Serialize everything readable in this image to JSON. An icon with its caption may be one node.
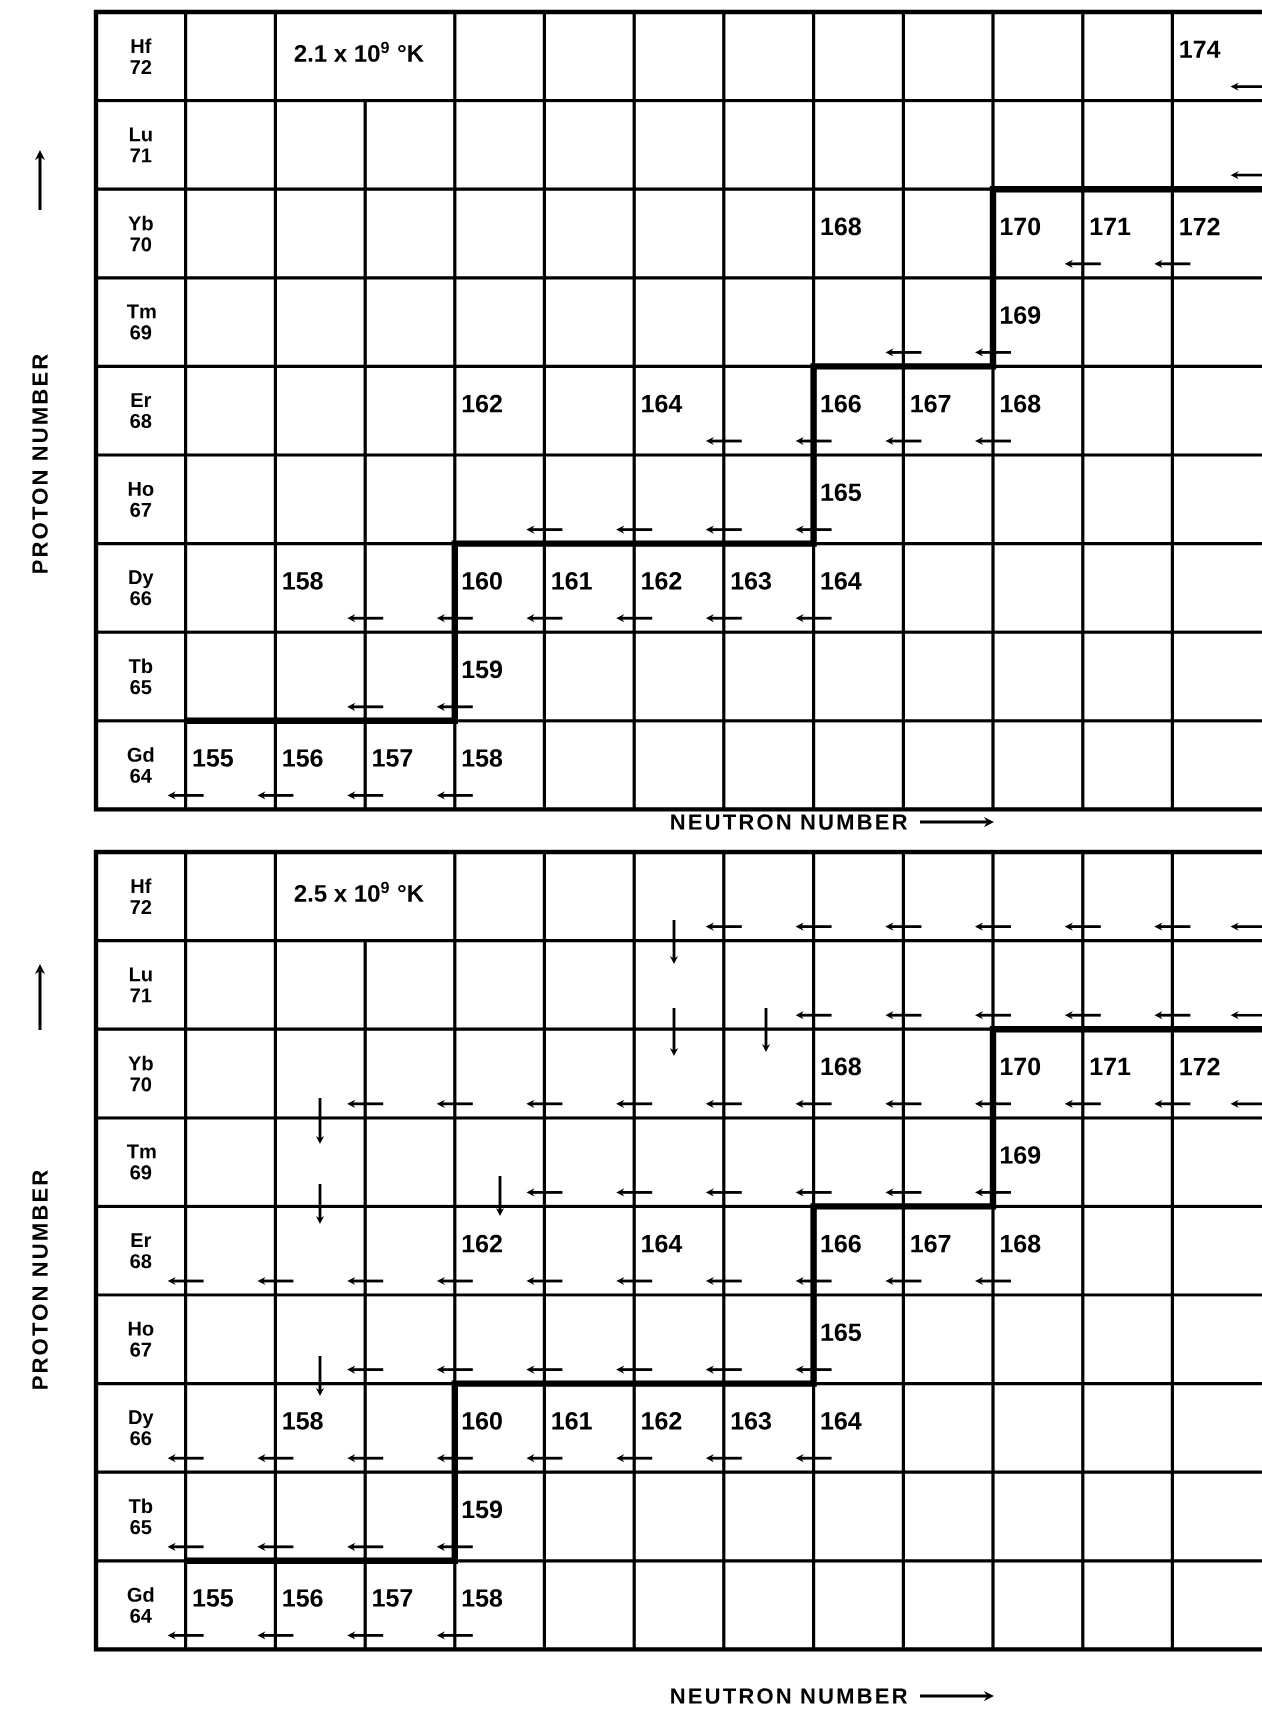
{
  "diagram": {
    "labels": [
      "PROTON NUMBER",
      "Hf 72",
      "2.1 x 10$^{9}$ °K",
      "174",
      "Lu 71",
      "Yb 70",
      "168",
      "170",
      "171",
      "172",
      "Tm 69",
      "169",
      "Er 68",
      "162",
      "164",
      "166",
      "167",
      "168",
      "Ho 67",
      "165",
      "Dy 66",
      "158",
      "160",
      "161",
      "162",
      "163",
      "164",
      "Tb 65",
      "159",
      "Gd 64",
      "155",
      "156",
      "157",
      "158",
      "NEUTRON NUMBER",
      "PROTON NUMBER",
      "Hf 72",
      "2.5 x 10$^{9}$ °K",
      "Lu 71",
      "Yb 70",
      "168",
      "170",
      "171",
      "172",
      "Tm 69",
      "169",
      "Er 68",
      "162",
      "164",
      "166",
      "167",
      "168",
      "Ho 67",
      "165",
      "Dy 66",
      "158",
      "160",
      "161",
      "162",
      "163",
      "164",
      "Tb 65",
      "159",
      "Gd 64",
      "155",
      "156",
      "157",
      "158",
      "NEUTRON NUMBER"
    ]
  }
}
